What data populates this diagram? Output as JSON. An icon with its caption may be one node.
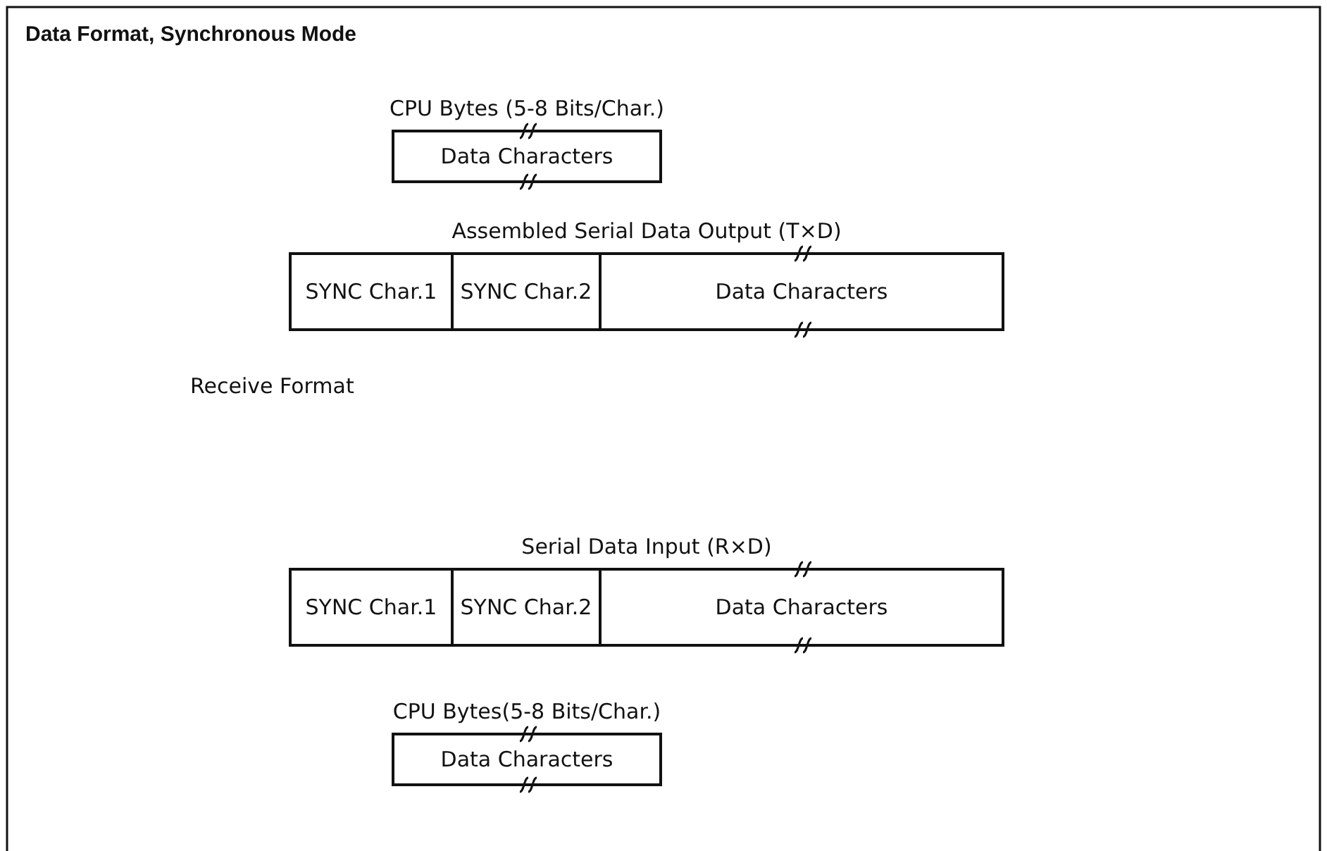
{
  "diagram": {
    "title": "Data Format, Synchronous Mode",
    "nodes": [
      {
        "text": [
          "CPU Bytes (5-8 Bits/Char.)",
          "Data Characters"
        ]
      },
      {
        "text": [
          "Assembled Serial Data Output (T×D)"
        ]
      },
      {
        "text": [
          "SYNC Char.1"
        ],
        "in": 1
      },
      {
        "text": [
          "SYNC Char.2"
        ],
        "in": 1
      },
      {
        "text": [
          "Data Characters"
        ],
        "in": 1
      },
      {
        "text": [
          "Serial Data Input (R×D)"
        ]
      },
      {
        "text": [
          "SYNC Char.1"
        ],
        "in": 5
      },
      {
        "text": [
          "SYNC Char.2"
        ],
        "in": 5
      },
      {
        "text": [
          "Data Characters"
        ],
        "in": 5
      },
      {
        "text": [
          "CPU Bytes(5-8 Bits/Char.)",
          "Data Characters"
        ]
      }
    ],
    "edges": [],
    "labels": [
      "Receive Format"
    ]
  }
}
